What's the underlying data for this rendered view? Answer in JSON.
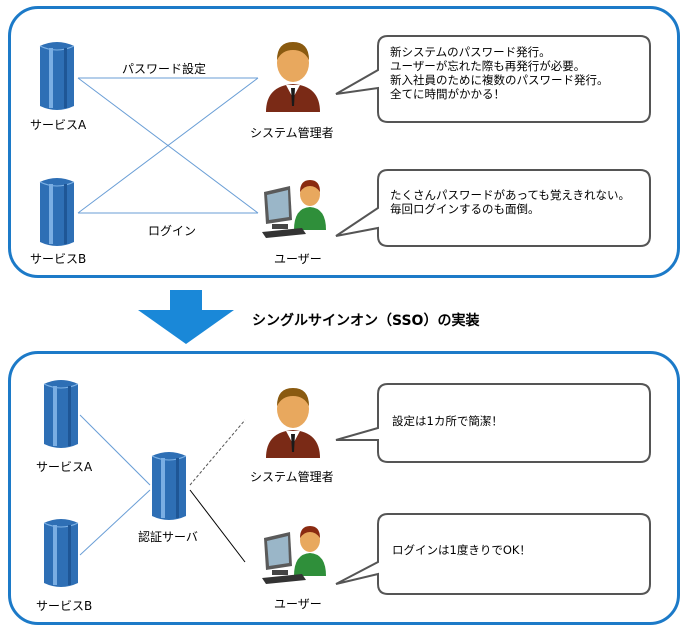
{
  "top": {
    "service_a": "サービスA",
    "service_b": "サービスB",
    "password_setting": "パスワード設定",
    "login": "ログイン",
    "admin": "システム管理者",
    "user": "ユーザー",
    "admin_bubble": [
      "新システムのパスワード発行。",
      "ユーザーが忘れた際も再発行が必要。",
      "新入社員のために複数のパスワード発行。",
      "全てに時間がかかる！"
    ],
    "user_bubble": [
      "たくさんパスワードがあっても覚えきれない。",
      "毎回ログインするのも面倒。"
    ]
  },
  "transition": {
    "heading": "シングルサインオン（SSO）の実装"
  },
  "bottom": {
    "service_a": "サービスA",
    "service_b": "サービスB",
    "auth_server": "認証サーバ",
    "admin": "システム管理者",
    "user": "ユーザー",
    "admin_bubble": "設定は1カ所で簡潔！",
    "user_bubble": "ログインは1度きりでOK！"
  },
  "colors": {
    "panel_border": "#1c7ac8",
    "server_blue": "#2e6fb5",
    "arrow_blue": "#1a88d8",
    "line_blue": "#6a9ed6"
  },
  "icons": {
    "server": "server-icon",
    "admin": "businessman-icon",
    "user": "computer-user-icon",
    "arrow": "down-arrow-icon"
  }
}
